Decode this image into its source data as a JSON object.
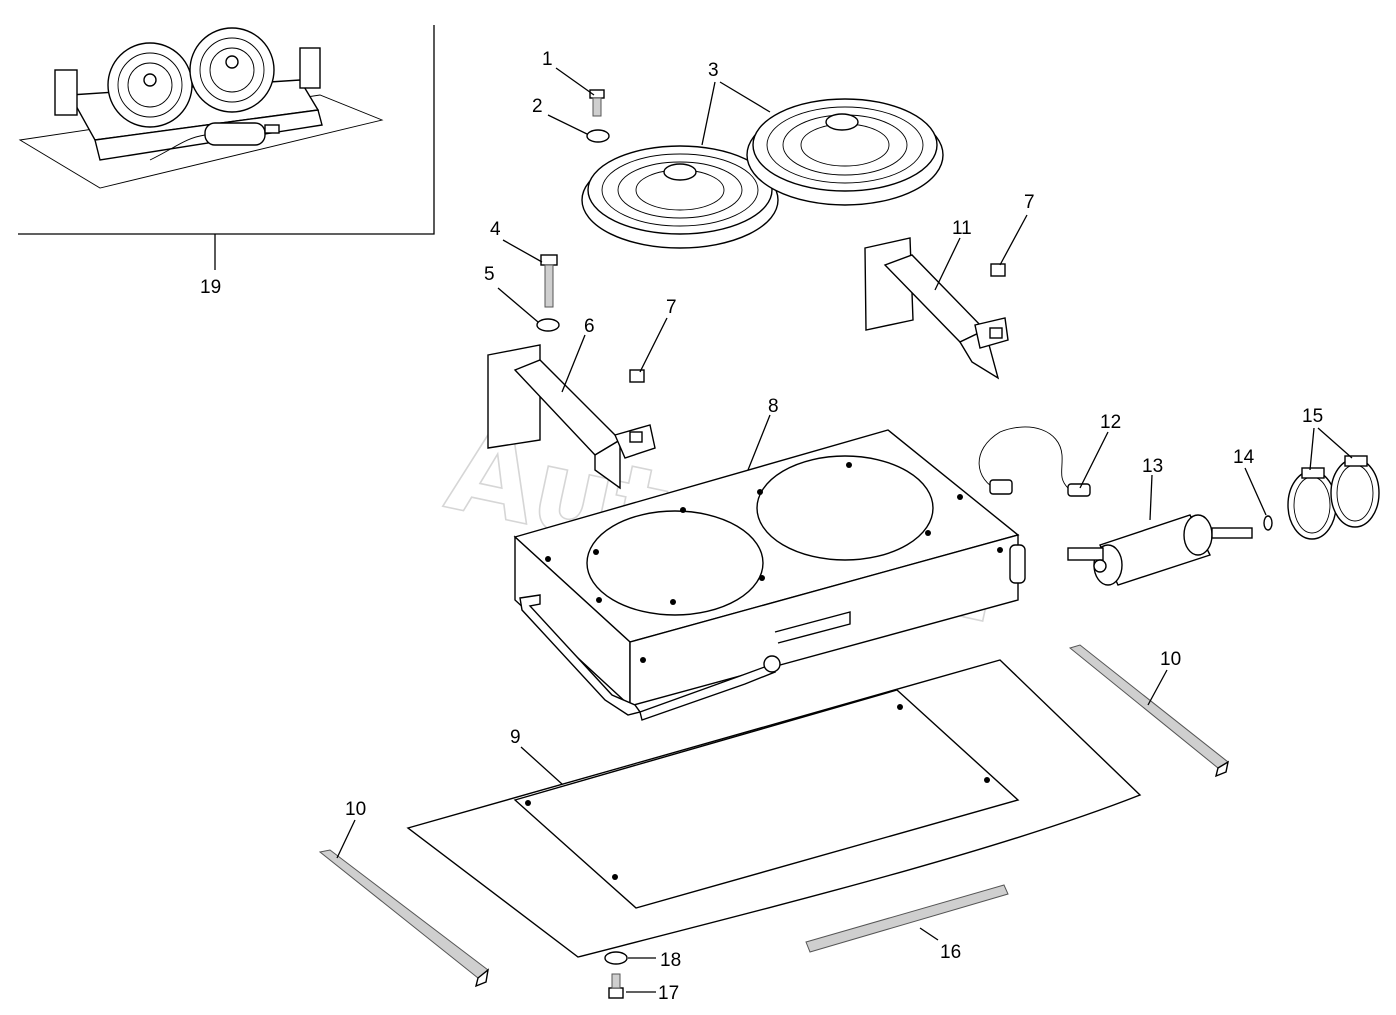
{
  "watermark": "AutoSoft",
  "callouts": {
    "c1": "1",
    "c2": "2",
    "c3": "3",
    "c4": "4",
    "c5": "5",
    "c6": "6",
    "c7a": "7",
    "c7b": "7",
    "c8": "8",
    "c9": "9",
    "c10a": "10",
    "c10b": "10",
    "c11": "11",
    "c12": "12",
    "c13": "13",
    "c14": "14",
    "c15": "15",
    "c16": "16",
    "c17": "17",
    "c18": "18",
    "c19": "19"
  },
  "colors": {
    "line": "#000000",
    "watermark": "#d6d6d6",
    "background": "#ffffff"
  }
}
